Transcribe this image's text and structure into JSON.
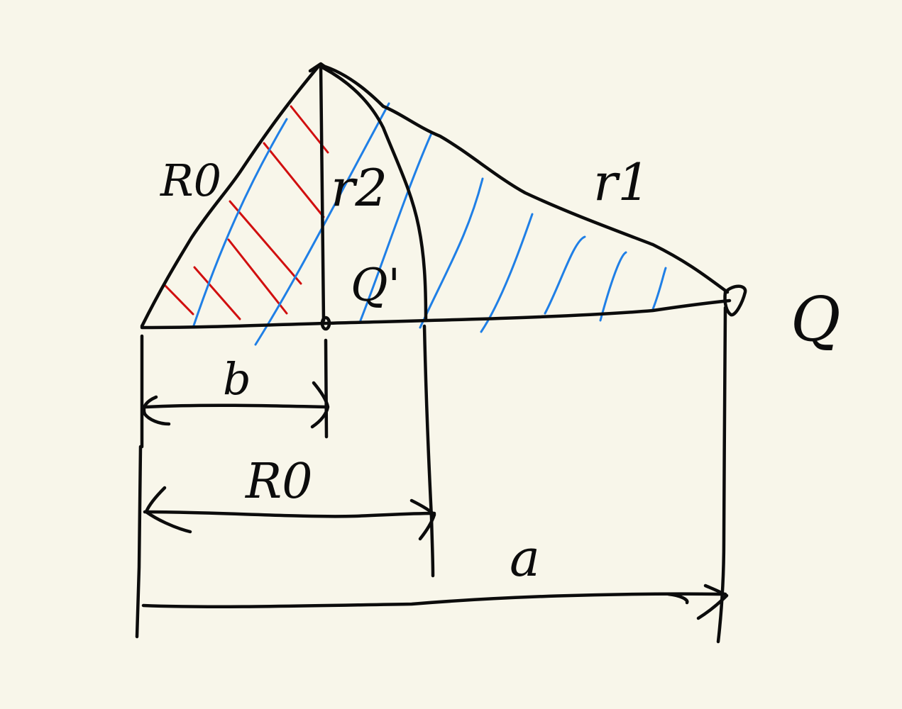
{
  "labels": {
    "R0_hyp": "R0",
    "r2": "r2",
    "r1": "r1",
    "q_prime": "Q'",
    "q": "Q",
    "b": "b",
    "R0_dim": "R0",
    "a": "a"
  },
  "colors": {
    "ink": "#0c0c0c",
    "red_hatch": "#d10f0f",
    "blue_hatch": "#1f7fe6",
    "background": "#f8f6ea"
  }
}
